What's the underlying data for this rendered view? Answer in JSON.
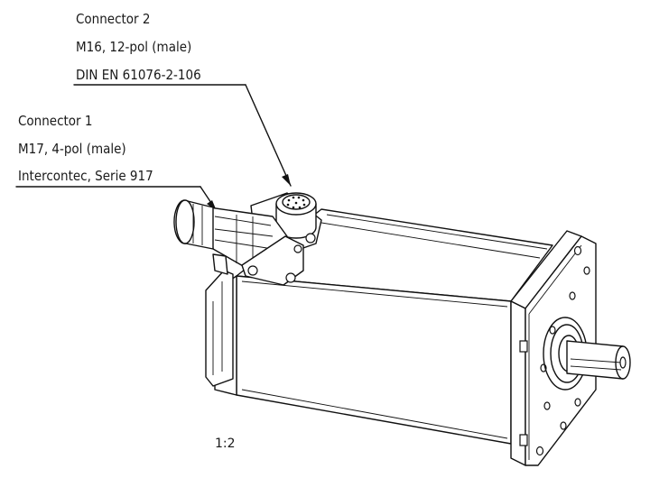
{
  "connector2": {
    "name": "Connector 2",
    "spec": "M16, 12-pol (male)",
    "standard": "DIN EN 61076-2-106"
  },
  "connector1": {
    "name": "Connector 1",
    "spec": "M17, 4-pol (male)",
    "series": "Intercontec, Serie 917"
  },
  "scale": "1:2"
}
